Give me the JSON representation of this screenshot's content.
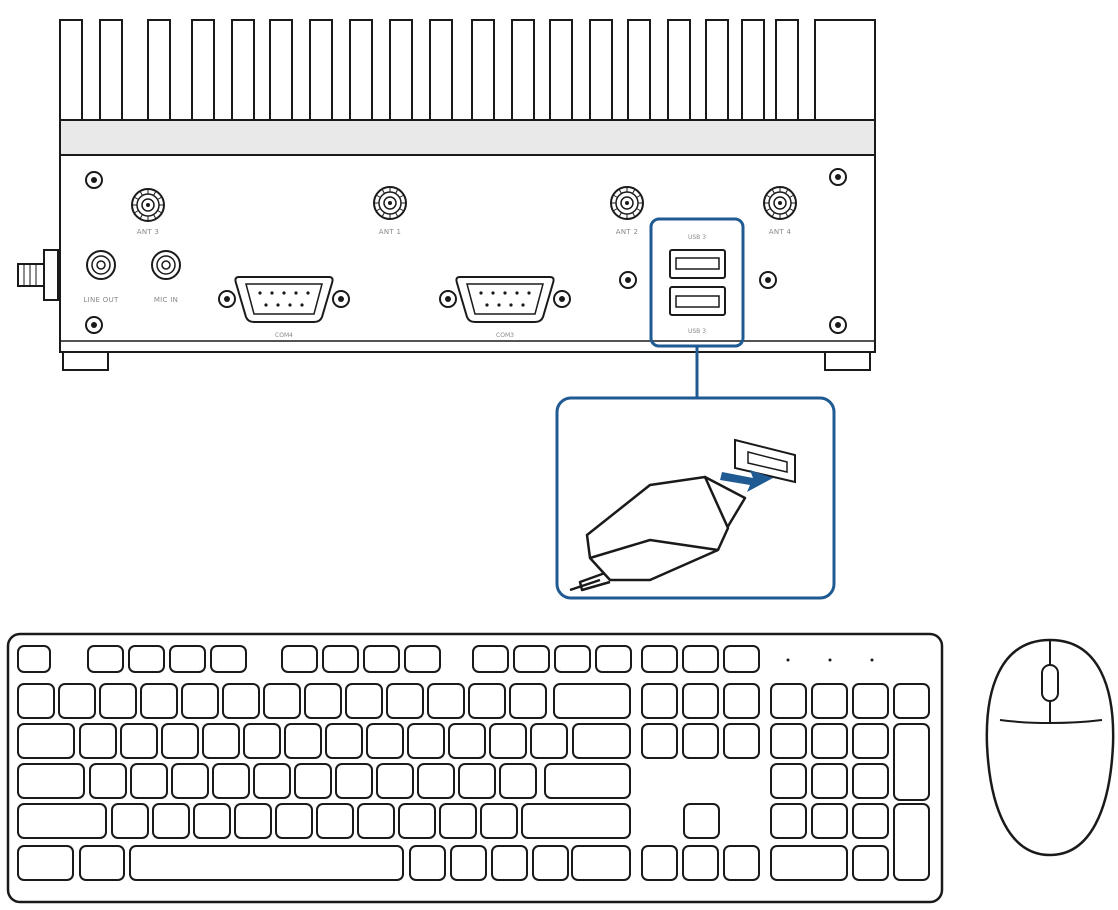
{
  "ports": {
    "ant1": "ANT 1",
    "ant2": "ANT 2",
    "ant3": "ANT 3",
    "ant4": "ANT 4",
    "line_out": "LINE OUT",
    "mic_in": "MIC IN",
    "com_left": "COM4",
    "com_right": "COM3",
    "usb_top": "USB 3",
    "usb_bottom": "USB 3"
  },
  "colors": {
    "line": "#1a1a1a",
    "heatsink_fill": "#e9e9e9",
    "highlight": "#1f5a93",
    "label": "#888888",
    "arrow": "#1f5a93"
  },
  "icons": [
    "usb-plug-icon",
    "insert-arrow-icon",
    "keyboard-icon",
    "mouse-icon"
  ]
}
